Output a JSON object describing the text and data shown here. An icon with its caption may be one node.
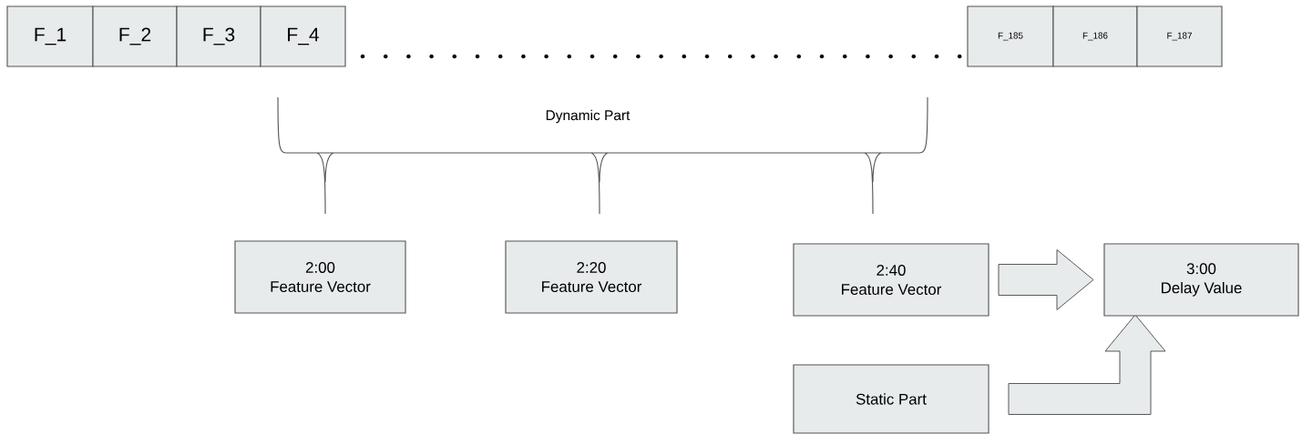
{
  "diagram": {
    "nodes": [
      {
        "text": [
          "F_1"
        ]
      },
      {
        "text": [
          "F_2"
        ]
      },
      {
        "text": [
          "F_3"
        ]
      },
      {
        "text": [
          "F_4"
        ]
      },
      {
        "text": [
          "F_185"
        ]
      },
      {
        "text": [
          "F_186"
        ]
      },
      {
        "text": [
          "F_187"
        ]
      },
      {
        "text": [
          "2:00",
          "Feature Vector"
        ]
      },
      {
        "text": [
          "2:20",
          "Feature Vector"
        ]
      },
      {
        "text": [
          "2:40",
          "Feature Vector"
        ]
      },
      {
        "text": [
          "3:00",
          "Delay Value"
        ]
      },
      {
        "text": [
          "Static Part"
        ]
      }
    ],
    "edges": [
      {
        "from": 9,
        "to": 10,
        "arrow": "to"
      },
      {
        "from": 11,
        "to": 10,
        "arrow": "to"
      }
    ],
    "labels": [
      "Dynamic Part"
    ]
  }
}
